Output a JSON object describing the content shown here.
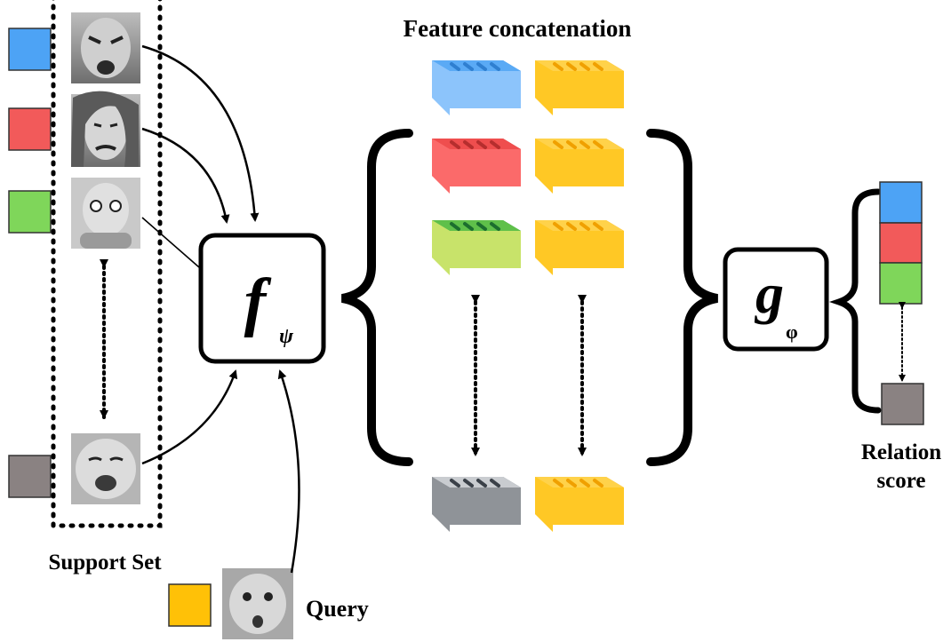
{
  "diagram": {
    "title": "Feature concatenation",
    "support_set_label": "Support Set",
    "query_label": "Query",
    "relation_label_line1": "Relation",
    "relation_label_line2": "score",
    "embedding_fn_symbol": "f",
    "embedding_fn_subscript": "ψ",
    "relation_fn_symbol": "g",
    "relation_fn_subscript": "φ"
  },
  "colors": {
    "blue": "#4da3f5",
    "red": "#f25a5a",
    "green": "#7fd65a",
    "gray": "#8a8282",
    "yellow": "#ffc107"
  },
  "support_set": [
    {
      "class_color": "blue",
      "face": "angry-face"
    },
    {
      "class_color": "red",
      "face": "disgust-face"
    },
    {
      "class_color": "green",
      "face": "fear-face"
    },
    {
      "class_color": "gray",
      "face": "crying-baby-face"
    }
  ],
  "query": {
    "class_color": "yellow",
    "face": "surprised-baby-face"
  },
  "feature_pairs": [
    {
      "support_color": "blue",
      "query_color": "yellow"
    },
    {
      "support_color": "red",
      "query_color": "yellow"
    },
    {
      "support_color": "green",
      "query_color": "yellow"
    },
    {
      "support_color": "gray",
      "query_color": "yellow"
    }
  ],
  "relation_scores": [
    "blue",
    "red",
    "green",
    "gray"
  ]
}
